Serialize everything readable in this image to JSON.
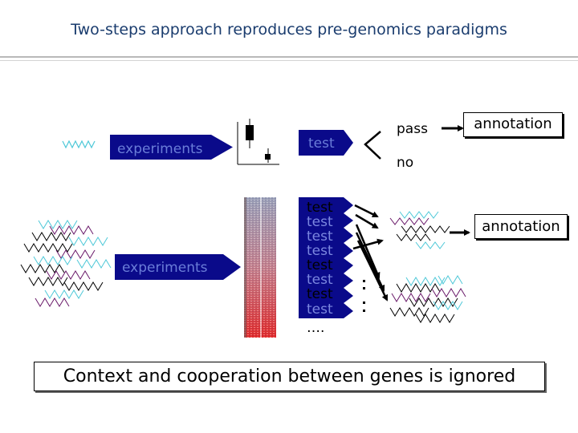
{
  "title": "Two-steps approach reproduces pre-genomics paradigms",
  "top": {
    "experiments_label": "experiments",
    "test_label": "test",
    "pass_label": "pass",
    "no_label": "no",
    "annotation_label": "annotation"
  },
  "bottom": {
    "experiments_label": "experiments",
    "test_labels": [
      "test",
      "test",
      "test",
      "test",
      "test",
      "test",
      "test",
      "test"
    ],
    "ellipsis": "….",
    "annotation_label": "annotation"
  },
  "conclusion": "Context and cooperation between genes is ignored",
  "colors": {
    "title": "#1a3c6e",
    "block_blue": "#0a0a8a",
    "arrow_blue": "#16168c",
    "wave_cyan": "#4ec8d8",
    "wave_purple": "#6a1a6a",
    "wave_black": "#000000"
  }
}
